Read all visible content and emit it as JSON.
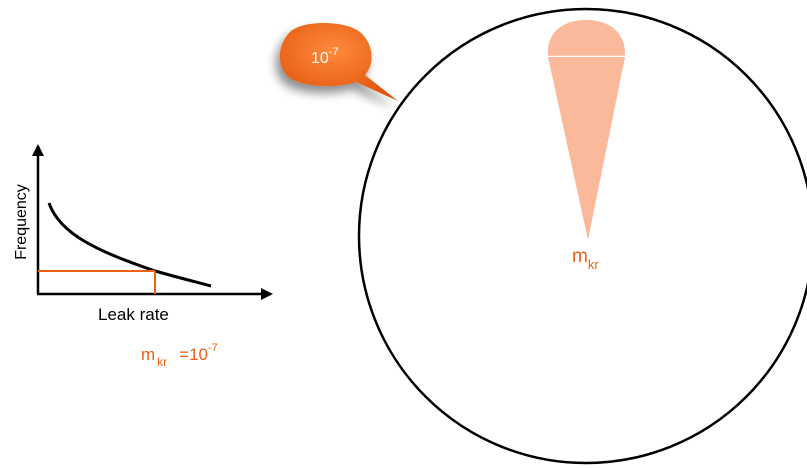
{
  "colors": {
    "accent": "#ec6112",
    "cone": "#fbb99b",
    "ink": "#000000",
    "bubble_text": "#ffffff"
  },
  "callout": {
    "base": "10",
    "exp": "-7"
  },
  "graph": {
    "ylabel": "Frequency",
    "xlabel": "Leak rate",
    "formula": {
      "var": "m",
      "sub": "kr",
      "eq": "=10",
      "exp": "-7"
    }
  },
  "circle": {
    "label": {
      "var": "m",
      "sub": "kr"
    }
  }
}
